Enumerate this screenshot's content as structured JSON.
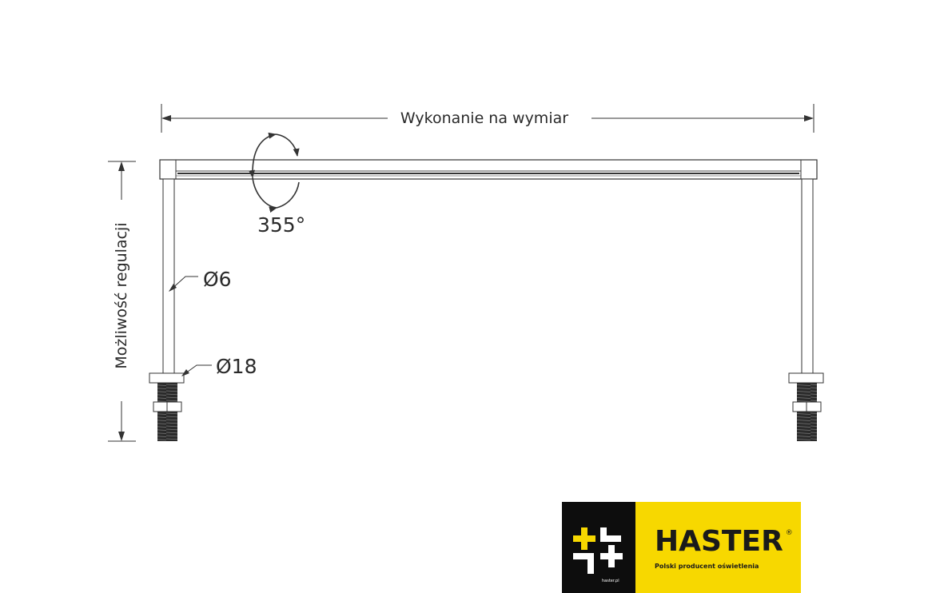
{
  "dimensions": {
    "width_label": "Wykonanie na wymiar",
    "height_label": "Możliwość regulacji",
    "rotation_label": "355°",
    "rod_diameter_label": "Ø6",
    "base_diameter_label": "Ø18"
  },
  "logo": {
    "brand": "HASTER",
    "registered": "®",
    "tagline": "Polski producent oświetlenia",
    "site": "haster.pl",
    "colors": {
      "black": "#0d0d0d",
      "yellow": "#f7d800"
    }
  }
}
